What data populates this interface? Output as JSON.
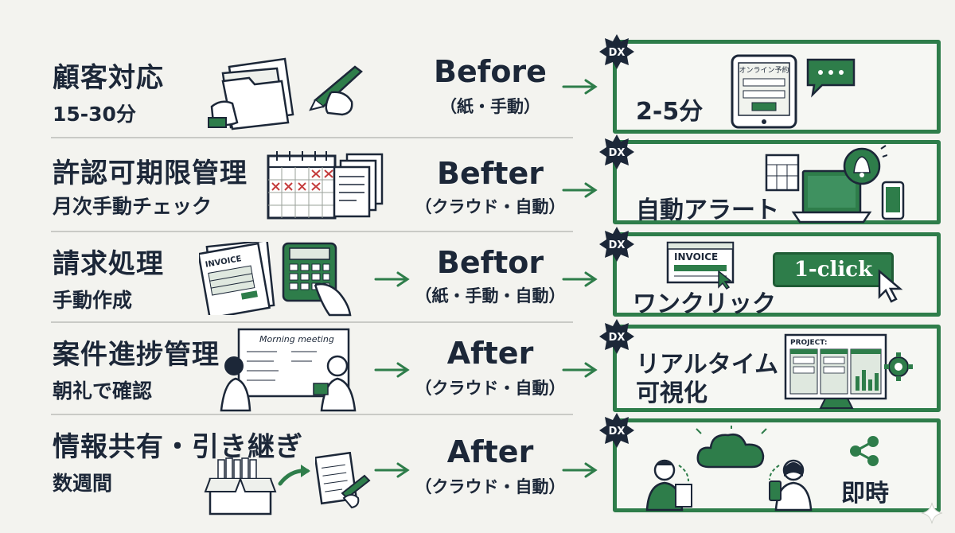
{
  "rows": [
    {
      "task": "顧客対応",
      "sub": "15-30分",
      "mode": "Before",
      "mode_sub": "（紙・手動）",
      "result": "2-5分",
      "dx": "DX"
    },
    {
      "task": "許認可期限管理",
      "sub": "月次手動チェック",
      "mode": "Befter",
      "mode_sub": "（クラウド・自動）",
      "result": "自動アラート",
      "dx": "DX"
    },
    {
      "task": "請求処理",
      "sub": "手動作成",
      "mode": "Beftor",
      "mode_sub": "（紙・手動・自動）",
      "result": "ワンクリック",
      "dx": "DX",
      "button": "1-click"
    },
    {
      "task": "案件進捗管理",
      "sub": "朝礼で確認",
      "mode": "After",
      "mode_sub": "（クラウド・自動）",
      "result": "リアルタイム\n可視化",
      "dx": "DX"
    },
    {
      "task": "情報共有・引き継ぎ",
      "sub": "数週間",
      "mode": "After",
      "mode_sub": "（クラウド・自動）",
      "result": "即時",
      "dx": "DX"
    }
  ],
  "illustration_text": {
    "invoice": "INVOICE",
    "invoice_screen": "INVOICE",
    "whiteboard_title": "Morning meeting",
    "project": "PROJECT:",
    "booking_title": "オンライン予約"
  },
  "colors": {
    "accent_green": "#2e7d4a",
    "ink": "#1c2738",
    "background": "#f3f3ef"
  },
  "icons": [
    "folder-icon",
    "pen-hand-icon",
    "calendar-icon",
    "documents-icon",
    "invoice-icon",
    "calculator-icon",
    "whiteboard-icon",
    "box-icon",
    "notebook-icon",
    "tablet-icon",
    "chat-bubble-icon",
    "laptop-icon",
    "bell-icon",
    "phone-icon",
    "cursor-icon",
    "monitor-icon",
    "gear-icon",
    "cloud-icon",
    "share-icon",
    "sparkle-icon"
  ]
}
